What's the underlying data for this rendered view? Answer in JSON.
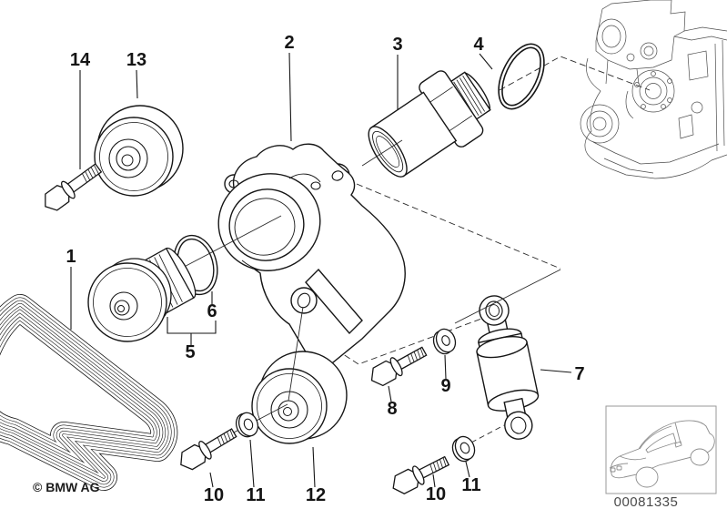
{
  "diagram": {
    "callouts": {
      "c1": "1",
      "c2": "2",
      "c3": "3",
      "c4": "4",
      "c5": "5",
      "c6": "6",
      "c7": "7",
      "c8": "8",
      "c9": "9",
      "c10a": "10",
      "c10b": "10",
      "c11a": "11",
      "c11b": "11",
      "c12": "12",
      "c13": "13",
      "c14": "14"
    },
    "copyright": "© BMW AG",
    "image_code": "00081335",
    "colors": {
      "line": "#161616",
      "engine_line": "#4d4d4d",
      "car_line": "#8c8c8c",
      "frame": "#9a9a9a",
      "background": "#ffffff"
    }
  }
}
